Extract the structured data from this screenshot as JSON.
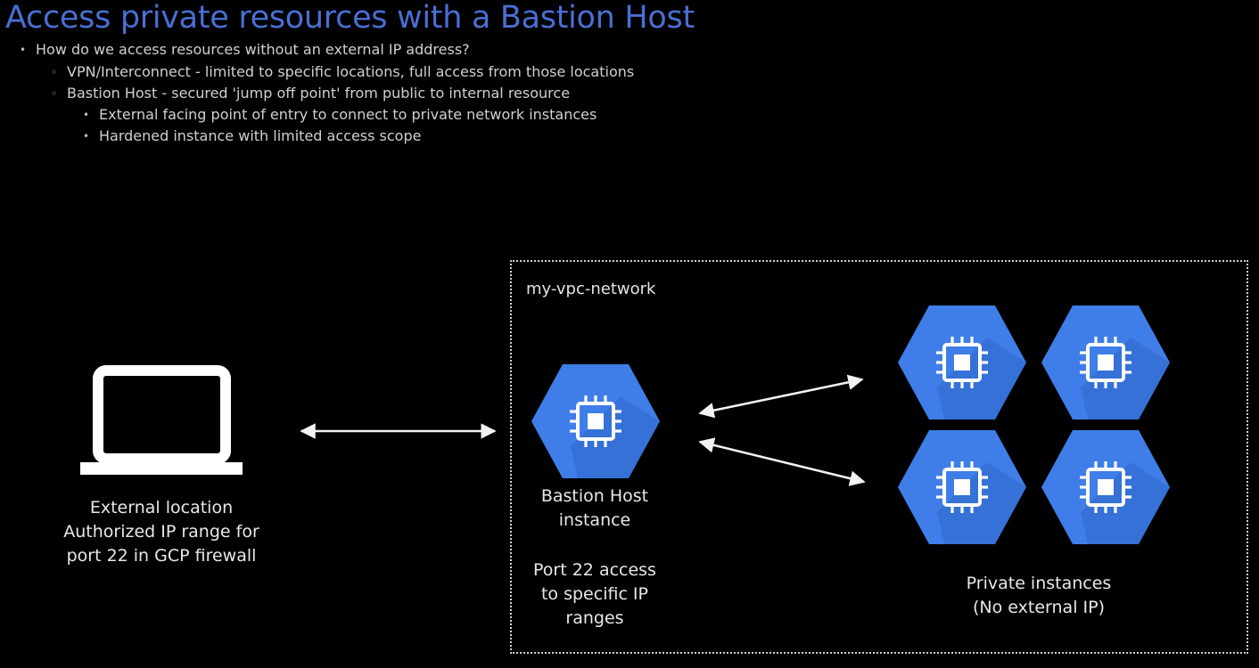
{
  "title": "Access private resources with a Bastion Host",
  "bullets": [
    "How do we access resources without an external IP address?",
    "VPN/Interconnect - limited to specific locations, full access from those locations",
    "Bastion Host - secured 'jump off point' from public to internal resource",
    "External facing point of entry to connect to private network instances",
    "Hardened instance with limited access scope"
  ],
  "diagram": {
    "vpc_label": "my-vpc-network",
    "external": {
      "icon": "laptop-icon",
      "caption": [
        "External location",
        "Authorized IP range for",
        "port 22 in GCP firewall"
      ]
    },
    "bastion": {
      "icon": "compute-engine-icon",
      "name": [
        "Bastion Host",
        "instance"
      ],
      "note": [
        "Port 22 access",
        "to specific IP",
        "ranges"
      ]
    },
    "private": {
      "icon": "compute-engine-icon",
      "count": 4,
      "caption": [
        "Private instances",
        "(No external IP)"
      ]
    },
    "colors": {
      "hexagon": "#3f7ee8",
      "hexagon_shadow": "#2f66c9",
      "title": "#4a6fd4",
      "background": "#000000"
    }
  }
}
